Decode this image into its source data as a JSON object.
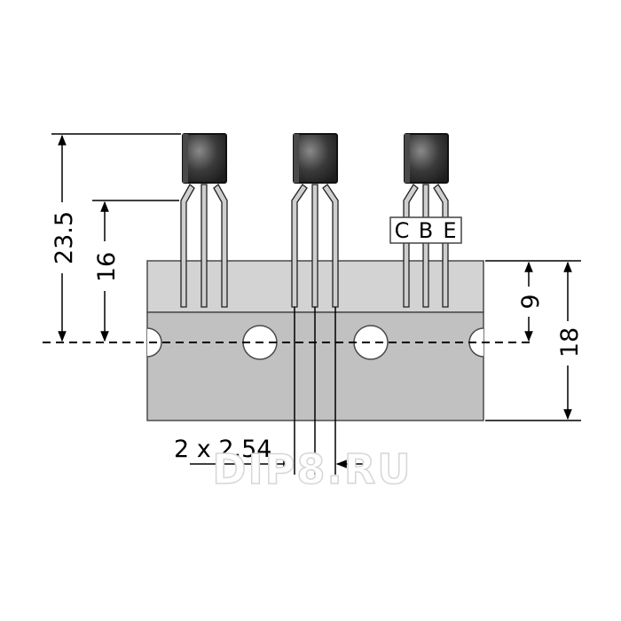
{
  "dimensions": {
    "total_height": "23.5",
    "lead_height": "16",
    "hole_center": "9",
    "tape_width": "18",
    "pitch": "2 x 2.54"
  },
  "pin_labels": {
    "c": "C",
    "b": "B",
    "e": "E"
  },
  "watermark": "DIP8.RU",
  "colors": {
    "tape_top": "#d3d3d3",
    "tape_bottom": "#c1c1c1",
    "tape_border": "#4a4a4a",
    "leads": "#cfcfcf",
    "body_dark": "#2b2b2b",
    "body_light": "#8a8a8a"
  }
}
